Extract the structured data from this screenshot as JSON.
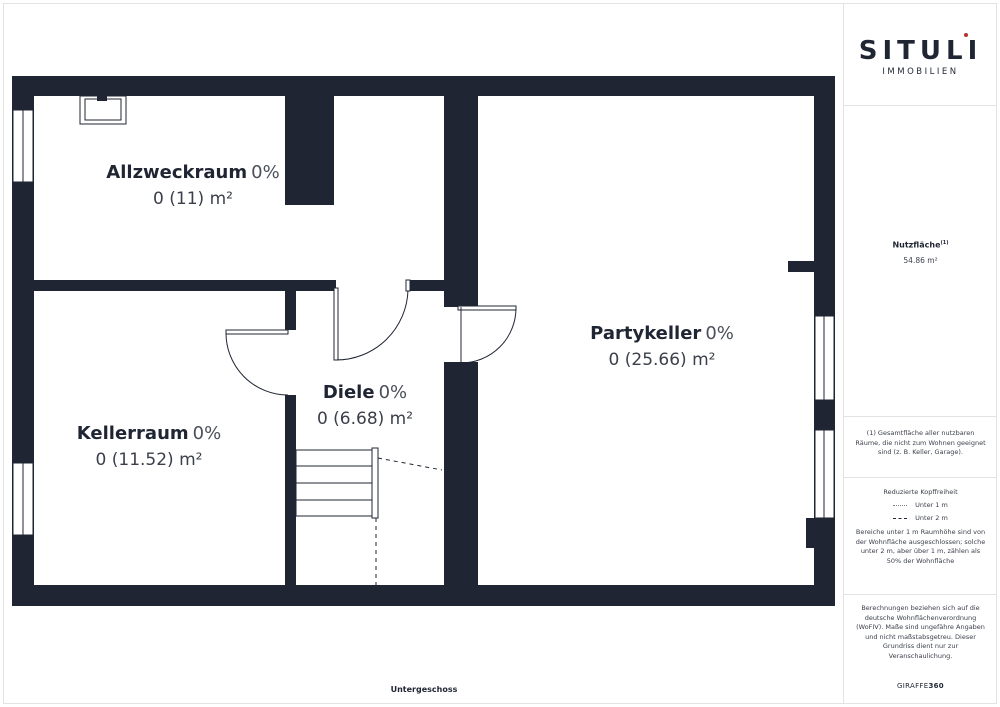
{
  "rooms": {
    "allzweckraum": {
      "name": "Allzweckraum",
      "pct": "0%",
      "area": "0 (11) m²"
    },
    "partykeller": {
      "name": "Partykeller",
      "pct": "0%",
      "area": "0 (25.66) m²"
    },
    "diele": {
      "name": "Diele",
      "pct": "0%",
      "area": "0 (6.68) m²"
    },
    "kellerraum": {
      "name": "Kellerraum",
      "pct": "0%",
      "area": "0 (11.52) m²"
    }
  },
  "floor_label": "Untergeschoss",
  "sidebar": {
    "logo": {
      "word": "SITULI",
      "sub": "IMMOBILIEN",
      "accent_color": "#b2342c"
    },
    "summary": {
      "title": "Nutzfläche",
      "title_note": "(1)",
      "value": "54.86 m²"
    },
    "footnote": "(1) Gesamtfläche aller nutzbaren Räume, die nicht zum Wohnen geeignet sind (z. B. Keller, Garage).",
    "legend": {
      "title": "Reduzierte Kopffreiheit",
      "row1": "Unter 1 m",
      "row2": "Unter 2 m",
      "text": "Bereiche unter 1 m Raumhöhe sind von der Wohnfläche ausgeschlossen; solche unter 2 m, aber über 1 m, zählen als 50% der Wohnfläche"
    },
    "disclaimer": "Berechnungen beziehen sich auf die deutsche Wohnflächenverordnung (WoFIV). Maße sind ungefähre Angaben und nicht maßstabsgetreu. Dieser Grundriss dient nur zur Veranschaulichung.",
    "brand": {
      "prefix": "GIRAFFE",
      "suffix": "360"
    }
  },
  "colors": {
    "wall": "#1f2533",
    "text": "#1f2533"
  }
}
